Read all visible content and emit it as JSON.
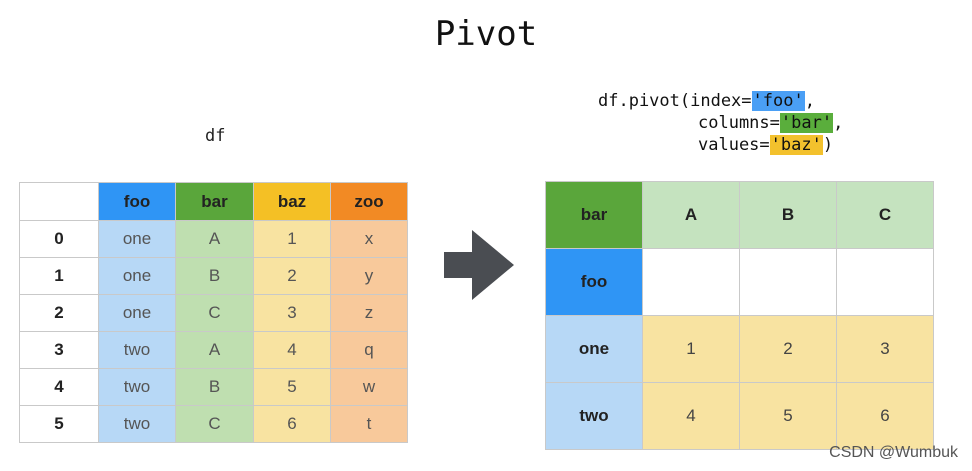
{
  "title": "Pivot",
  "df_label": "df",
  "code": {
    "line1_prefix": "df.pivot(index=",
    "index_arg": "'foo'",
    "line1_suffix": ",",
    "line2_prefix": "columns=",
    "columns_arg": "'bar'",
    "line2_suffix": ",",
    "line3_prefix": "values=",
    "values_arg": "'baz'",
    "line3_suffix": ")"
  },
  "source_table": {
    "columns": [
      "foo",
      "bar",
      "baz",
      "zoo"
    ],
    "rows": [
      {
        "index": "0",
        "foo": "one",
        "bar": "A",
        "baz": "1",
        "zoo": "x"
      },
      {
        "index": "1",
        "foo": "one",
        "bar": "B",
        "baz": "2",
        "zoo": "y"
      },
      {
        "index": "2",
        "foo": "one",
        "bar": "C",
        "baz": "3",
        "zoo": "z"
      },
      {
        "index": "3",
        "foo": "two",
        "bar": "A",
        "baz": "4",
        "zoo": "q"
      },
      {
        "index": "4",
        "foo": "two",
        "bar": "B",
        "baz": "5",
        "zoo": "w"
      },
      {
        "index": "5",
        "foo": "two",
        "bar": "C",
        "baz": "6",
        "zoo": "t"
      }
    ]
  },
  "pivot_table": {
    "columns_label": "bar",
    "index_label": "foo",
    "columns": [
      "A",
      "B",
      "C"
    ],
    "rows": [
      {
        "label": "one",
        "values": [
          "1",
          "2",
          "3"
        ]
      },
      {
        "label": "two",
        "values": [
          "4",
          "5",
          "6"
        ]
      }
    ]
  },
  "colors": {
    "foo": "#2f95f5",
    "bar": "#5aa63b",
    "baz": "#f4c025",
    "zoo": "#f28a24",
    "arrow": "#4a4d52"
  },
  "watermark": "CSDN @Wumbuk"
}
